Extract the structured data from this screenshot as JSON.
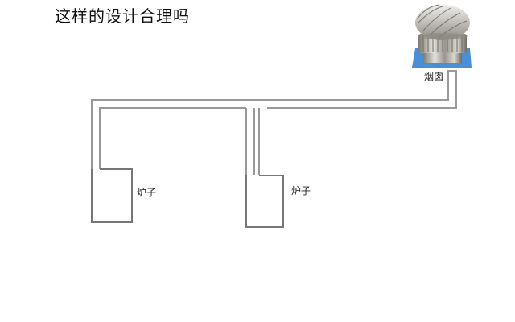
{
  "title": "这样的设计合理吗",
  "labels": {
    "stove_left": "炉子",
    "stove_right": "炉子",
    "chimney": "烟囱"
  },
  "icons": {
    "chimney_cap": "turbine-ventilator-icon"
  },
  "colors": {
    "pipe_outline": "#999999",
    "pipe_fill": "#ffffff",
    "stove_outline": "#777777",
    "vent_metal": "#b9b6ae",
    "vent_base": "#4a8fd6",
    "text": "#111111"
  }
}
